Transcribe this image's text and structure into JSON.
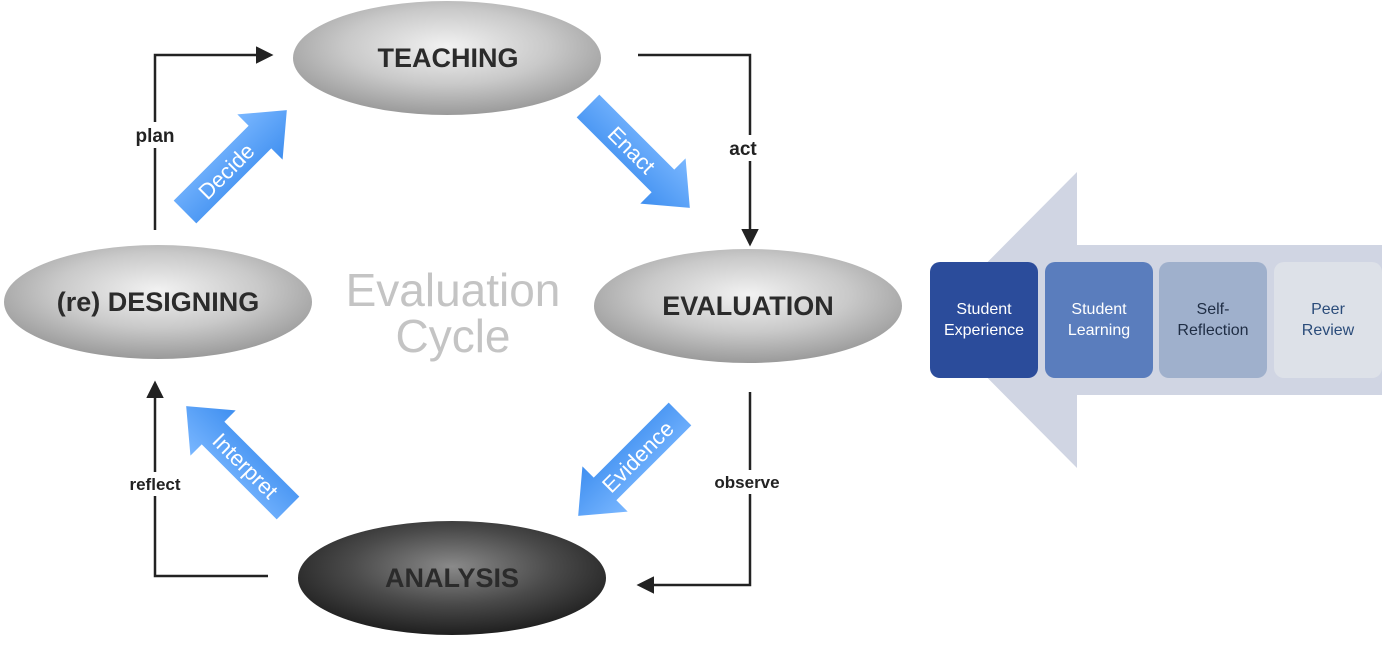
{
  "cycle": {
    "title_line1": "Evaluation",
    "title_line2": "Cycle",
    "nodes": {
      "teaching": "TEACHING",
      "evaluation": "EVALUATION",
      "analysis": "ANALYSIS",
      "designing": "(re) DESIGNING"
    },
    "edges": {
      "act": "act",
      "observe": "observe",
      "reflect": "reflect",
      "plan": "plan"
    },
    "blue_arrows": {
      "enact": "Enact",
      "evidence": "Evidence",
      "interpret": "Interpret",
      "decide": "Decide"
    }
  },
  "sources": {
    "items": [
      {
        "line1": "Student",
        "line2": "Experience",
        "color": "#2b4c9b",
        "text_color": "#ffffff"
      },
      {
        "line1": "Student",
        "line2": "Learning",
        "color": "#5a7dbd",
        "text_color": "#ffffff"
      },
      {
        "line1": "Self-",
        "line2": "Reflection",
        "color": "#9fb0cc",
        "text_color": "#1f2d44"
      },
      {
        "line1": "Peer",
        "line2": "Review",
        "color": "#dde1e8",
        "text_color": "#2b4c7a"
      }
    ],
    "arrow_color": "#d0d5e3"
  },
  "colors": {
    "blue_arrow": "#4f9cf0",
    "connector": "#222222"
  }
}
